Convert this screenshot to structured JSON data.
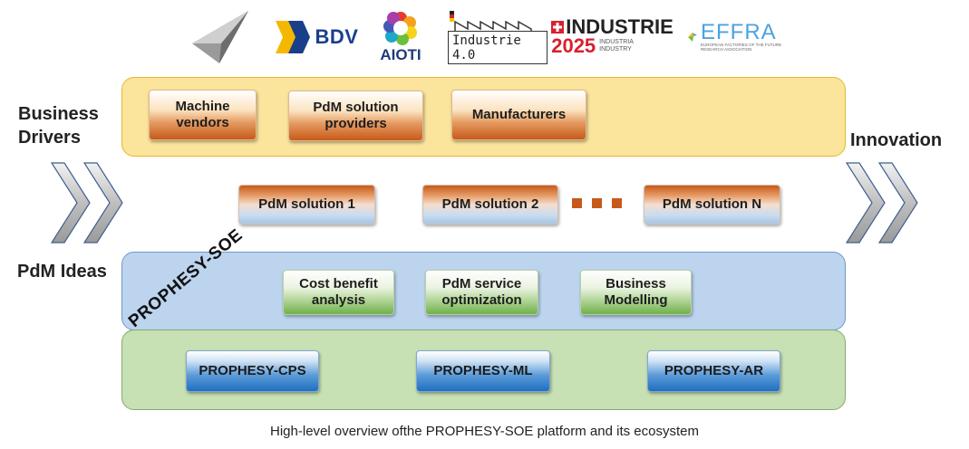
{
  "logos": {
    "bdv": "BDV",
    "aioti": "AIOTI",
    "industrie40": "Industrie 4.0",
    "industrie2025": {
      "main": "INDUSTRIE",
      "year": "2025",
      "sub1": "INDUSTRIA",
      "sub2": "INDUSTRY"
    },
    "effra": {
      "name": "EFFRA",
      "tagline": "EUROPEAN FACTORIES OF THE FUTURE RESEARCH ASSOCIATION"
    }
  },
  "labels": {
    "business_drivers": "Business Drivers",
    "pdm_ideas": "PdM Ideas",
    "innovation": "Innovation",
    "prophesy_soe": "PROPHESY-SOE"
  },
  "business_layer": {
    "items": [
      "Machine vendors",
      "PdM solution providers",
      "Manufacturers"
    ]
  },
  "solutions": {
    "items": [
      "PdM solution 1",
      "PdM solution 2",
      "PdM solution N"
    ]
  },
  "ideas_layer": {
    "items": [
      "Cost benefit analysis",
      "PdM service optimization",
      "Business Modelling"
    ]
  },
  "platform_layer": {
    "items": [
      "PROPHESY-CPS",
      "PROPHESY-ML",
      "PROPHESY-AR"
    ]
  },
  "caption": "High-level overview ofthe PROPHESY-SOE platform and its ecosystem",
  "colors": {
    "business_bg": "#fbe49c",
    "ideas_bg": "#bcd4ee",
    "platform_bg": "#c7e0b4",
    "accent_orange": "#c75a1b",
    "accent_blue": "#1f6fc0"
  }
}
